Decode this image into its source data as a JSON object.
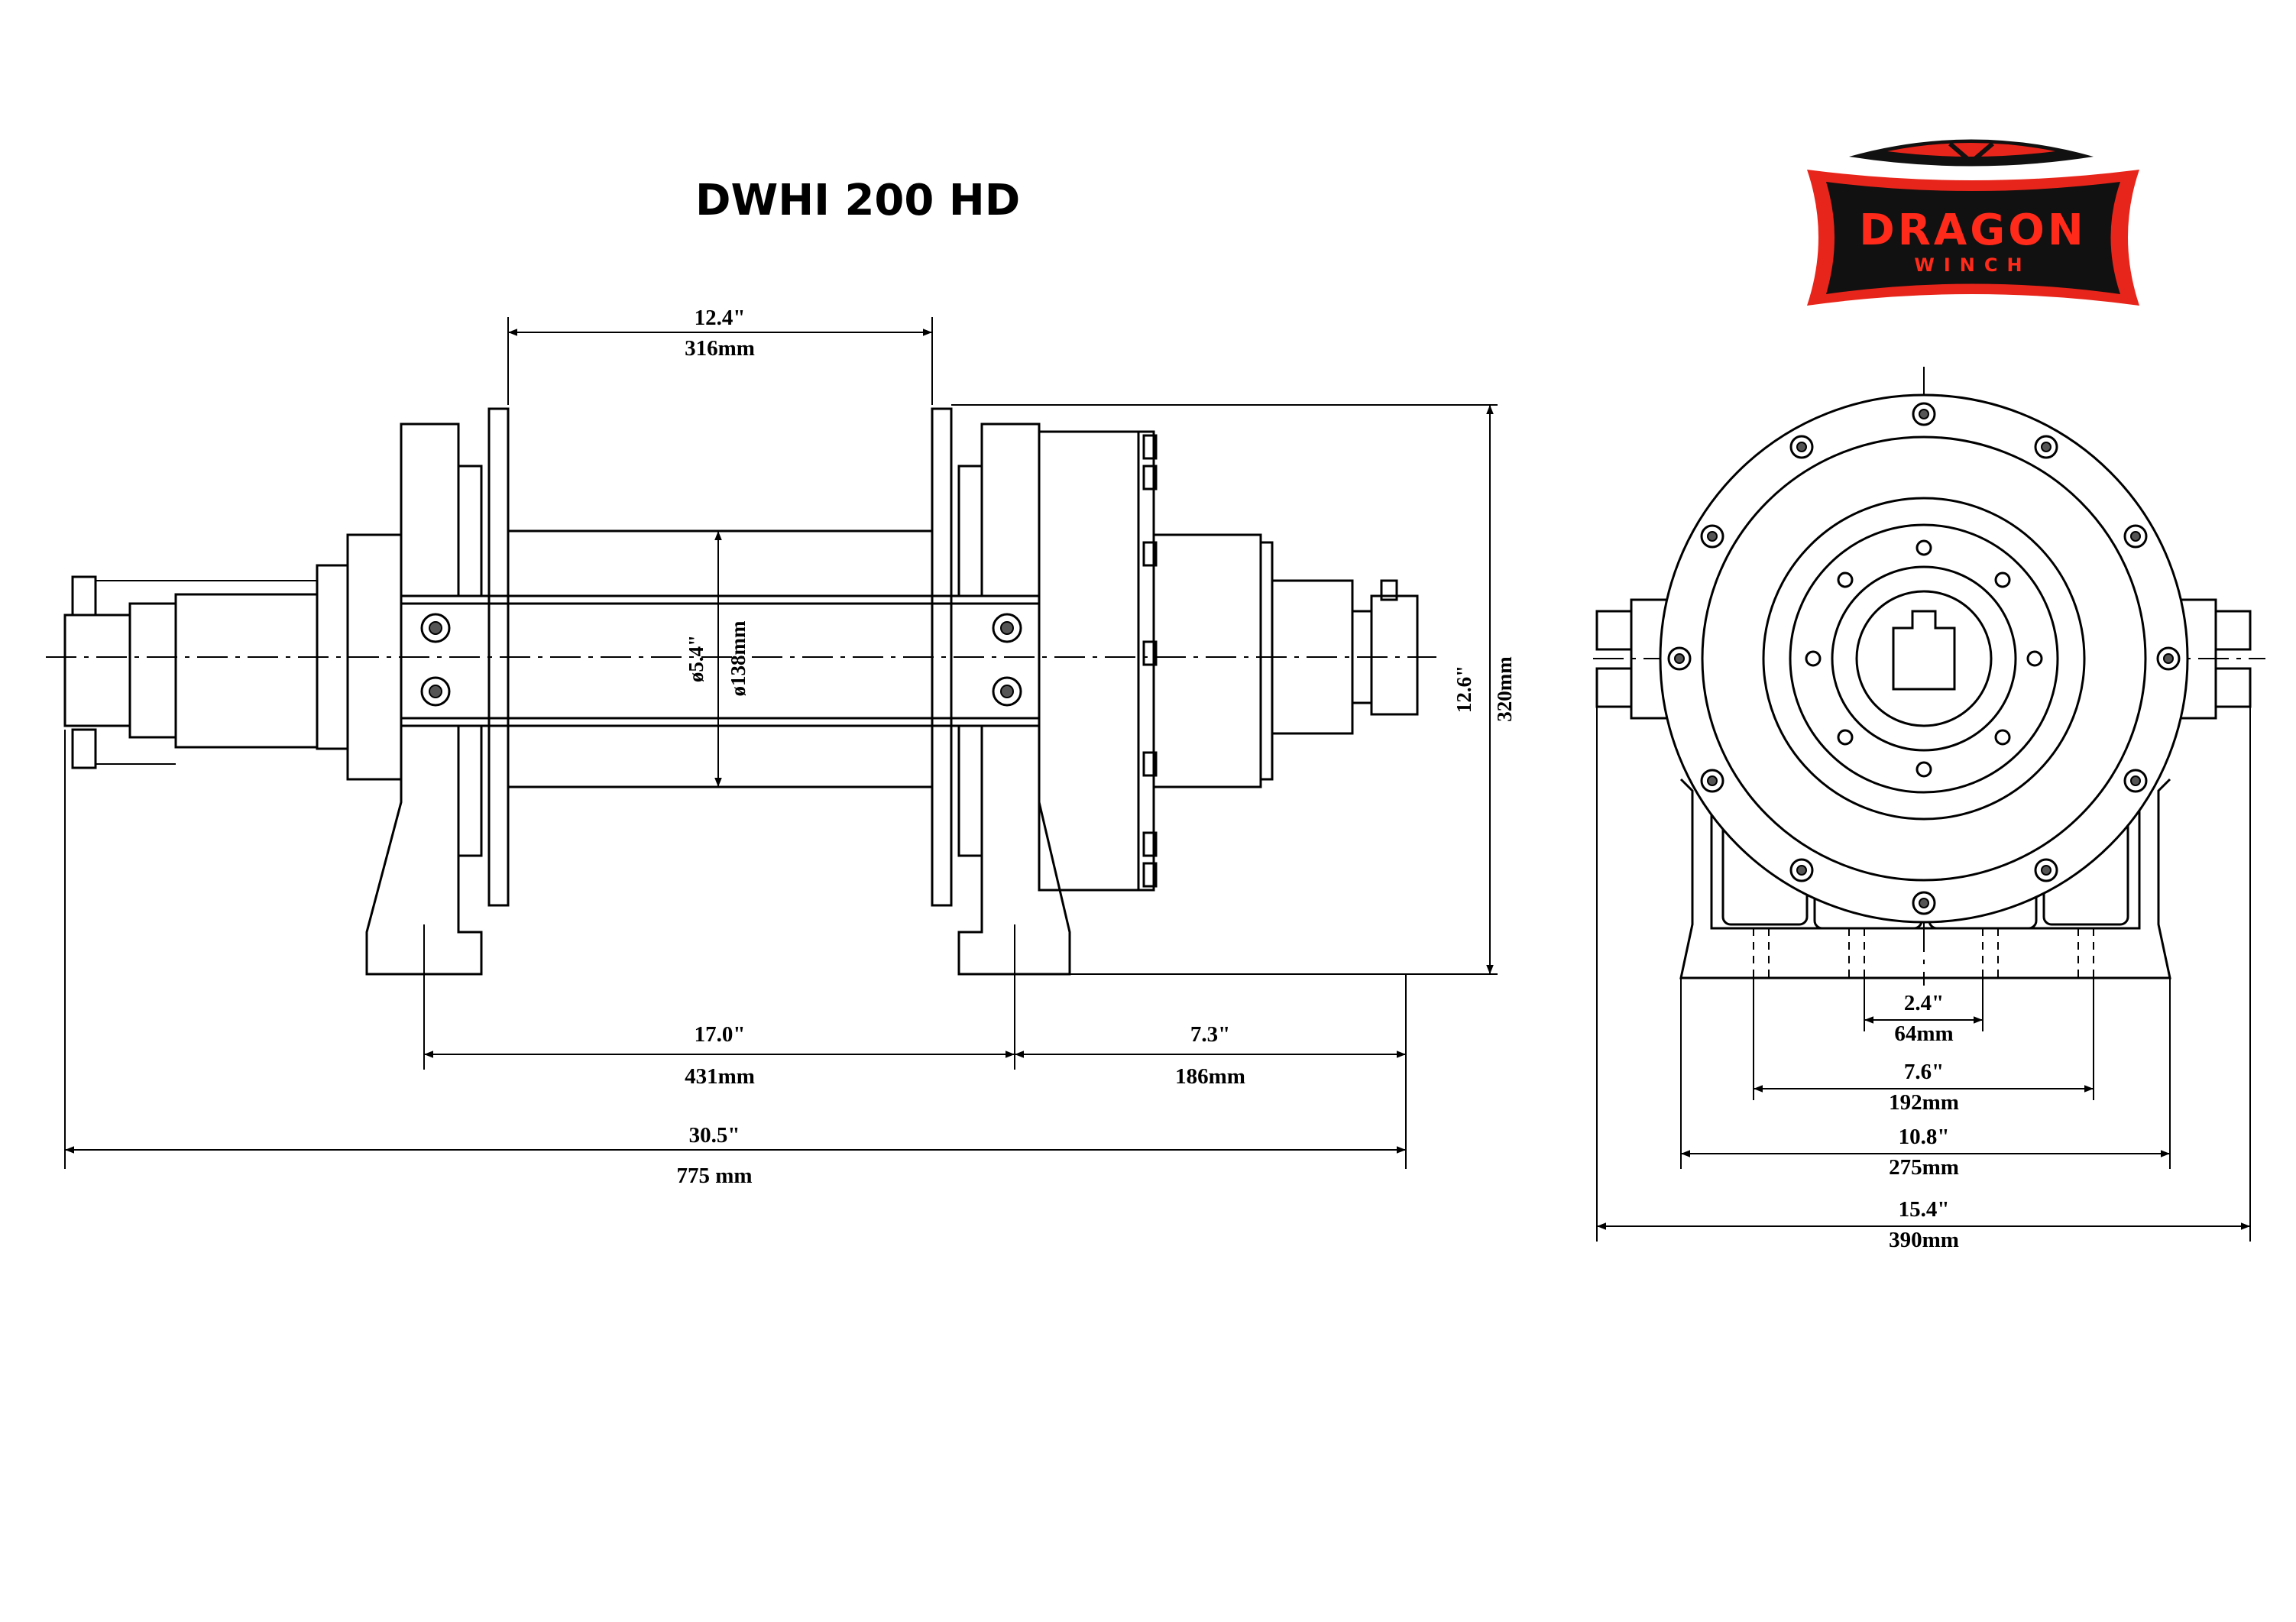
{
  "title": "DWHI 200 HD",
  "logo": {
    "brand": "DRAGON",
    "sub": "WINCH",
    "accent_color": "#e8251a",
    "dark_color": "#111111"
  },
  "side_view": {
    "drum_width": {
      "inch": "12.4\"",
      "mm": "316mm"
    },
    "drum_diameter": {
      "inch": "ø5.4\"",
      "mm": "ø138mm"
    },
    "height": {
      "inch": "12.6\"",
      "mm": "320mm"
    },
    "mount_spacing": {
      "inch": "17.0\"",
      "mm": "431mm"
    },
    "rear_offset": {
      "inch": "7.3\"",
      "mm": "186mm"
    },
    "overall_length": {
      "inch": "30.5\"",
      "mm": "775 mm"
    }
  },
  "end_view": {
    "inner_bolt_spacing": {
      "inch": "2.4\"",
      "mm": "64mm"
    },
    "outer_bolt_spacing": {
      "inch": "7.6\"",
      "mm": "192mm"
    },
    "base_width": {
      "inch": "10.8\"",
      "mm": "275mm"
    },
    "overall_width": {
      "inch": "15.4\"",
      "mm": "390mm"
    }
  }
}
